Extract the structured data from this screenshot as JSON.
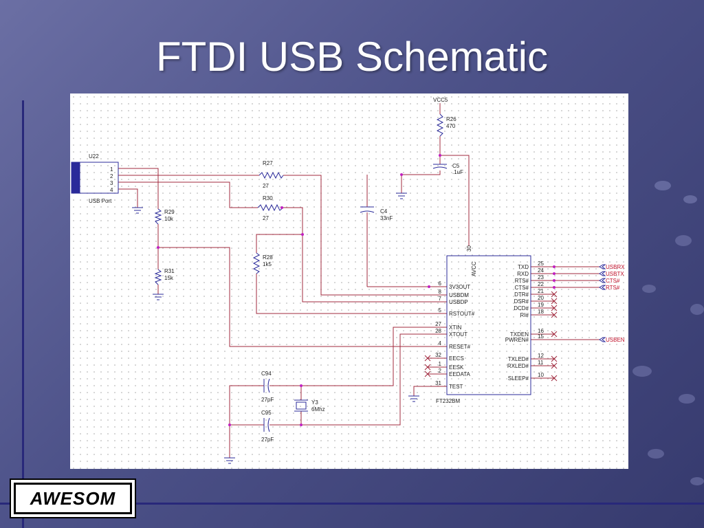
{
  "slide": {
    "title": "FTDI USB Schematic"
  },
  "logo": {
    "text": "AWESOM"
  },
  "schematic": {
    "power": "VCC5",
    "connector": {
      "ref": "U22",
      "label": "USB Port",
      "pins": [
        "1",
        "2",
        "3",
        "4"
      ]
    },
    "resistors": [
      {
        "ref": "R26",
        "value": "470"
      },
      {
        "ref": "R27",
        "value": "27"
      },
      {
        "ref": "R30",
        "value": "27"
      },
      {
        "ref": "R28",
        "value": "1k5"
      },
      {
        "ref": "R29",
        "value": "10k"
      },
      {
        "ref": "R31",
        "value": "15k"
      }
    ],
    "capacitors": [
      {
        "ref": "C5",
        "value": ".1uF"
      },
      {
        "ref": "C4",
        "value": "33nF"
      },
      {
        "ref": "C94",
        "value": "27pF"
      },
      {
        "ref": "C95",
        "value": "27pF"
      }
    ],
    "crystal": {
      "ref": "Y3",
      "value": "6Mhz"
    },
    "chip": {
      "name": "FT232BM",
      "top_pin": {
        "num": "30",
        "name": "AVCC"
      },
      "left_pins": [
        {
          "num": "6",
          "name": "3V3OUT"
        },
        {
          "num": "8",
          "name": "USBDM"
        },
        {
          "num": "7",
          "name": "USBDP"
        },
        {
          "num": "5",
          "name": "RSTOUT#"
        },
        {
          "num": "27",
          "name": "XTIN"
        },
        {
          "num": "28",
          "name": "XTOUT"
        },
        {
          "num": "4",
          "name": "RESET#"
        },
        {
          "num": "32",
          "name": "EECS"
        },
        {
          "num": "1",
          "name": "EESK"
        },
        {
          "num": "2",
          "name": "EEDATA"
        },
        {
          "num": "31",
          "name": "TEST"
        }
      ],
      "right_pins": [
        {
          "num": "25",
          "name": "TXD"
        },
        {
          "num": "24",
          "name": "RXD"
        },
        {
          "num": "23",
          "name": "RTS#"
        },
        {
          "num": "22",
          "name": "CTS#"
        },
        {
          "num": "21",
          "name": "DTR#"
        },
        {
          "num": "20",
          "name": "DSR#"
        },
        {
          "num": "19",
          "name": "DCD#"
        },
        {
          "num": "18",
          "name": "RI#"
        },
        {
          "num": "16",
          "name": "TXDEN"
        },
        {
          "num": "15",
          "name": "PWREN#"
        },
        {
          "num": "12",
          "name": "TXLED#"
        },
        {
          "num": "11",
          "name": "RXLED#"
        },
        {
          "num": "10",
          "name": "SLEEP#"
        }
      ]
    },
    "nets": [
      "USBRX",
      "USBTX",
      "CTS#",
      "RTS#",
      "USBEN"
    ]
  },
  "colors": {
    "wire": "#a0283c",
    "component": "#2a2a9a",
    "net_label": "#c0102a",
    "junction": "#c020c0"
  }
}
